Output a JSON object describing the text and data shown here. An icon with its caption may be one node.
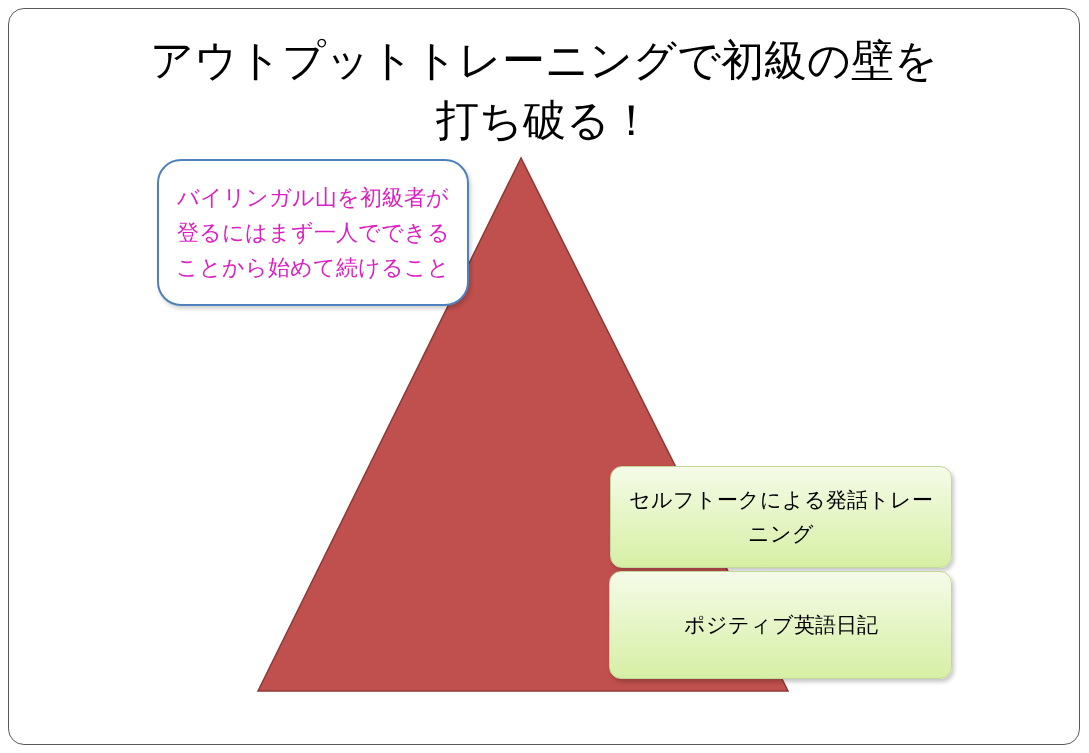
{
  "diagram": {
    "title": "アウトプットトレーニングで初級の壁を打ち破る！",
    "nodes": [
      {
        "text": [
          "バイリンガル山を初級者が登るにはまず一人でできることから始めて続けること"
        ]
      },
      {
        "text": [
          "セルフトークによる発話トレーニング"
        ]
      },
      {
        "text": [
          "ポジティブ英語日記"
        ]
      }
    ]
  }
}
